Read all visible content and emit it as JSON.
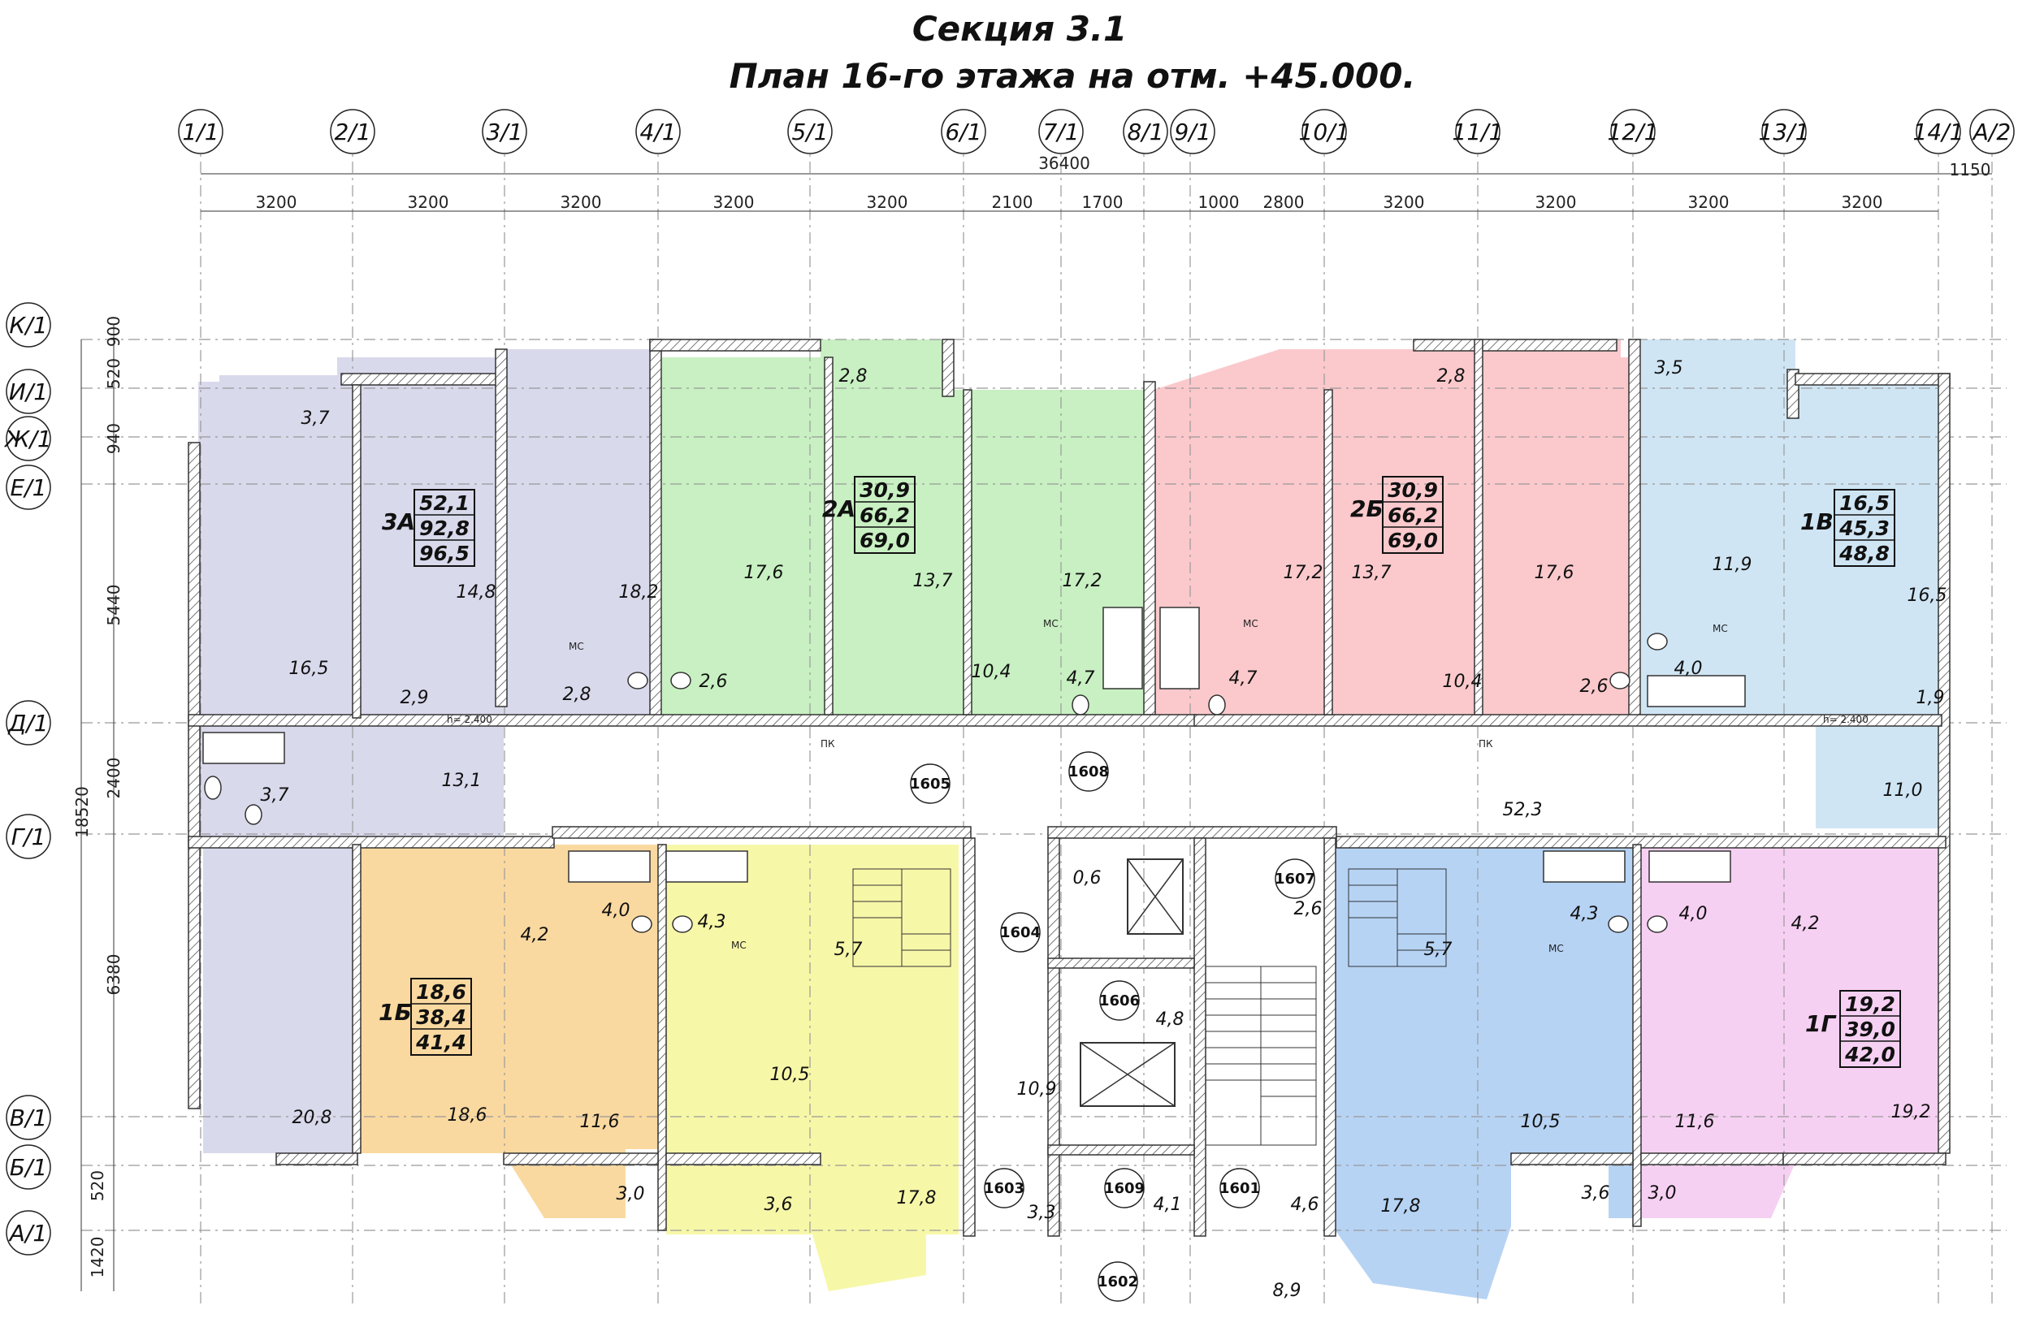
{
  "title": {
    "line1": "Секция 3.1",
    "line2": "План 16-го этажа на отм. +45.000."
  },
  "axes_top": [
    "1/1",
    "2/1",
    "3/1",
    "4/1",
    "5/1",
    "6/1",
    "7/1",
    "8/1",
    "9/1",
    "10/1",
    "11/1",
    "12/1",
    "13/1",
    "14/1",
    "А/2"
  ],
  "axes_left": [
    "К/1",
    "И/1",
    "Ж/1",
    "Е/1",
    "Д/1",
    "Г/1",
    "В/1",
    "Б/1",
    "А/1"
  ],
  "dims_top": {
    "total": "36400",
    "extra": "1150",
    "spans": [
      "3200",
      "3200",
      "3200",
      "3200",
      "3200",
      "2100",
      "1700",
      "1000",
      "2800",
      "3200",
      "3200",
      "3200",
      "3200"
    ]
  },
  "dims_left": {
    "total": "18520",
    "spans": [
      "900",
      "520",
      "940",
      "5440",
      "2400",
      "6380",
      "520",
      "1420"
    ]
  },
  "colors": {
    "apt_3A": "#d9d9ec",
    "apt_2A": "#c8f0c2",
    "apt_2B": "#fbc9cc",
    "apt_1V": "#cfe5f4",
    "apt_1B": "#fad9a0",
    "apt_yellow": "#f7f7a8",
    "apt_blue": "#b6d3f4",
    "apt_1G": "#f6d0f2",
    "wall": "#bdbdbd"
  },
  "apartments": [
    {
      "name": "3А",
      "living": "52,1",
      "total": "92,8",
      "total2": "96,5"
    },
    {
      "name": "2А",
      "living": "30,9",
      "total": "66,2",
      "total2": "69,0"
    },
    {
      "name": "2Б",
      "living": "30,9",
      "total": "66,2",
      "total2": "69,0"
    },
    {
      "name": "1В",
      "living": "16,5",
      "total": "45,3",
      "total2": "48,8"
    },
    {
      "name": "1Б",
      "living": "18,6",
      "total": "38,4",
      "total2": "41,4"
    },
    {
      "name": "1Г",
      "living": "19,2",
      "total": "39,0",
      "total2": "42,0"
    }
  ],
  "room_numbers": [
    "1605",
    "1608",
    "1607",
    "1604",
    "1606",
    "1603",
    "1609",
    "1601",
    "1602"
  ],
  "areas": [
    "3,7",
    "16,5",
    "14,8",
    "18,2",
    "2,9",
    "2,8",
    "3,7",
    "13,1",
    "20,8",
    "2,8",
    "17,6",
    "13,7",
    "2,6",
    "17,2",
    "10,4",
    "4,7",
    "17,2",
    "4,7",
    "2,8",
    "13,7",
    "17,6",
    "10,4",
    "2,6",
    "3,5",
    "11,9",
    "16,5",
    "4,0",
    "1,9",
    "11,0",
    "52,3",
    "4,2",
    "4,0",
    "18,6",
    "11,6",
    "3,0",
    "4,3",
    "5,7",
    "10,5",
    "17,8",
    "3,6",
    "0,6",
    "4,8",
    "10,9",
    "3,3",
    "4,1",
    "2,6",
    "4,6",
    "8,9",
    "5,7",
    "4,3",
    "10,5",
    "17,8",
    "3,6",
    "4,0",
    "4,2",
    "11,6",
    "19,2",
    "3,0"
  ],
  "marks": {
    "h": "h= 2.400",
    "mc": "МС",
    "pk": "ПК",
    "x": "Х"
  }
}
